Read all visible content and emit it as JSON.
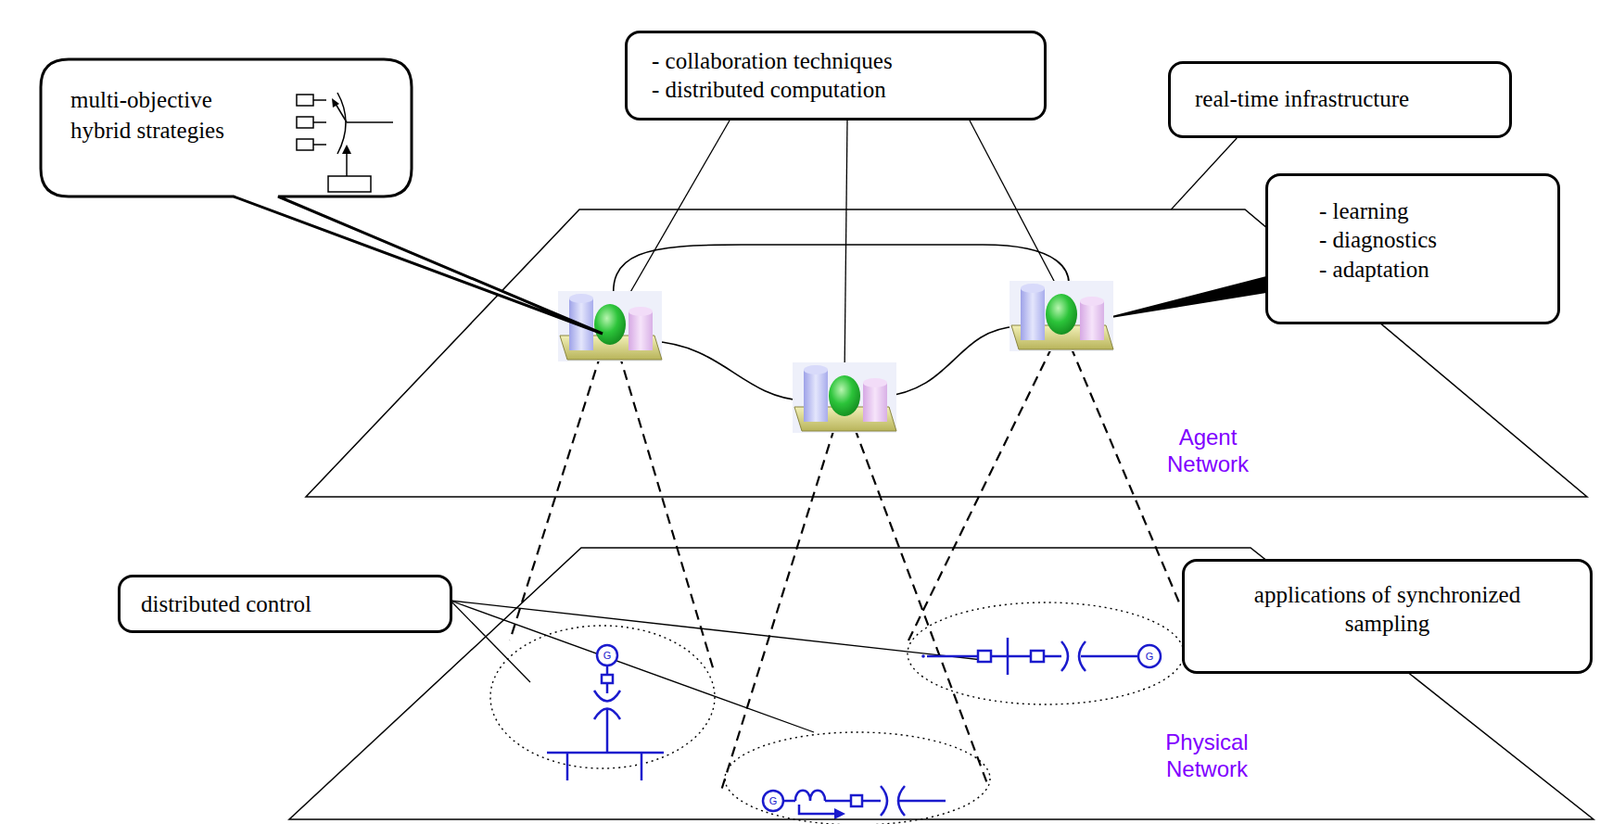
{
  "diagram": {
    "nodes": [
      {
        "text": [
          "multi-objective hybrid strategies"
        ]
      },
      {
        "text": [
          "- collaboration techniques",
          "- distributed computation"
        ]
      },
      {
        "text": [
          "real-time infrastructure"
        ]
      },
      {
        "text": [
          "- learning",
          "- diagnostics",
          "- adaptation"
        ]
      },
      {
        "text": [
          "Agent Network"
        ]
      },
      {
        "text": [
          "distributed control"
        ]
      },
      {
        "text": [
          "applications of synchronized sampling"
        ]
      },
      {
        "text": [
          "Physical Network"
        ]
      }
    ],
    "edges": [
      {
        "from": 2,
        "to": 4,
        "arrow": "none"
      }
    ],
    "labels": [
      "G",
      "G",
      "G"
    ]
  }
}
